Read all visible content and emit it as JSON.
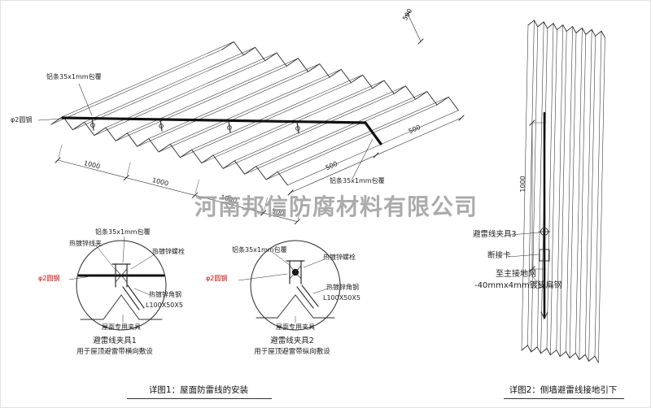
{
  "watermark": "河南邦信防腐材料有限公司",
  "main": {
    "strip_label_top": "铝条35x1mm包覆",
    "strip_label_bottom": "铝条35x1mm包覆",
    "rod_label": "φ2圆钢",
    "dims_bottom": [
      "1000",
      "1000",
      "1000",
      "500"
    ],
    "dims_right": [
      "500",
      "500",
      "500"
    ]
  },
  "detail1": {
    "title": "避雷线夹具1",
    "subtitle": "用于屋顶避雷带横向敷设",
    "labels": {
      "clip": "热镀锌线夹",
      "strip": "铝条35x1mm包覆",
      "bolt": "热镀锌螺栓",
      "rod": "φ2圆钢",
      "angle": "热镀锌角钢",
      "angle_spec": "L100X50X5",
      "clamp": "屋面专用夹具"
    }
  },
  "detail2": {
    "title": "避雷线夹具2",
    "subtitle": "用于屋顶避雷带纵向敷设",
    "labels": {
      "strip": "铝条35x1mm包覆",
      "bolt": "热镀锌螺栓",
      "rod": "φ2圆钢",
      "angle": "热镀锌角钢",
      "angle_spec": "L100X50X5",
      "clamp": "屋面专用夹具"
    }
  },
  "captions": {
    "detail1": "详图1：屋面防雷线的安装",
    "detail2": "详图2：侧墙避雷线接地引下"
  },
  "side": {
    "dim": "1000",
    "labels": {
      "clamp3": "避雷线夹具3",
      "disconnect": "断接卡",
      "to_ground": "至主接地网",
      "flat_steel": "-40mmx4mm镀锌扁钢"
    }
  },
  "colors": {
    "line": "#2b2b2b",
    "wire": "#111111",
    "accent_red": "#d40000",
    "watermark": "#9d9d9d"
  }
}
